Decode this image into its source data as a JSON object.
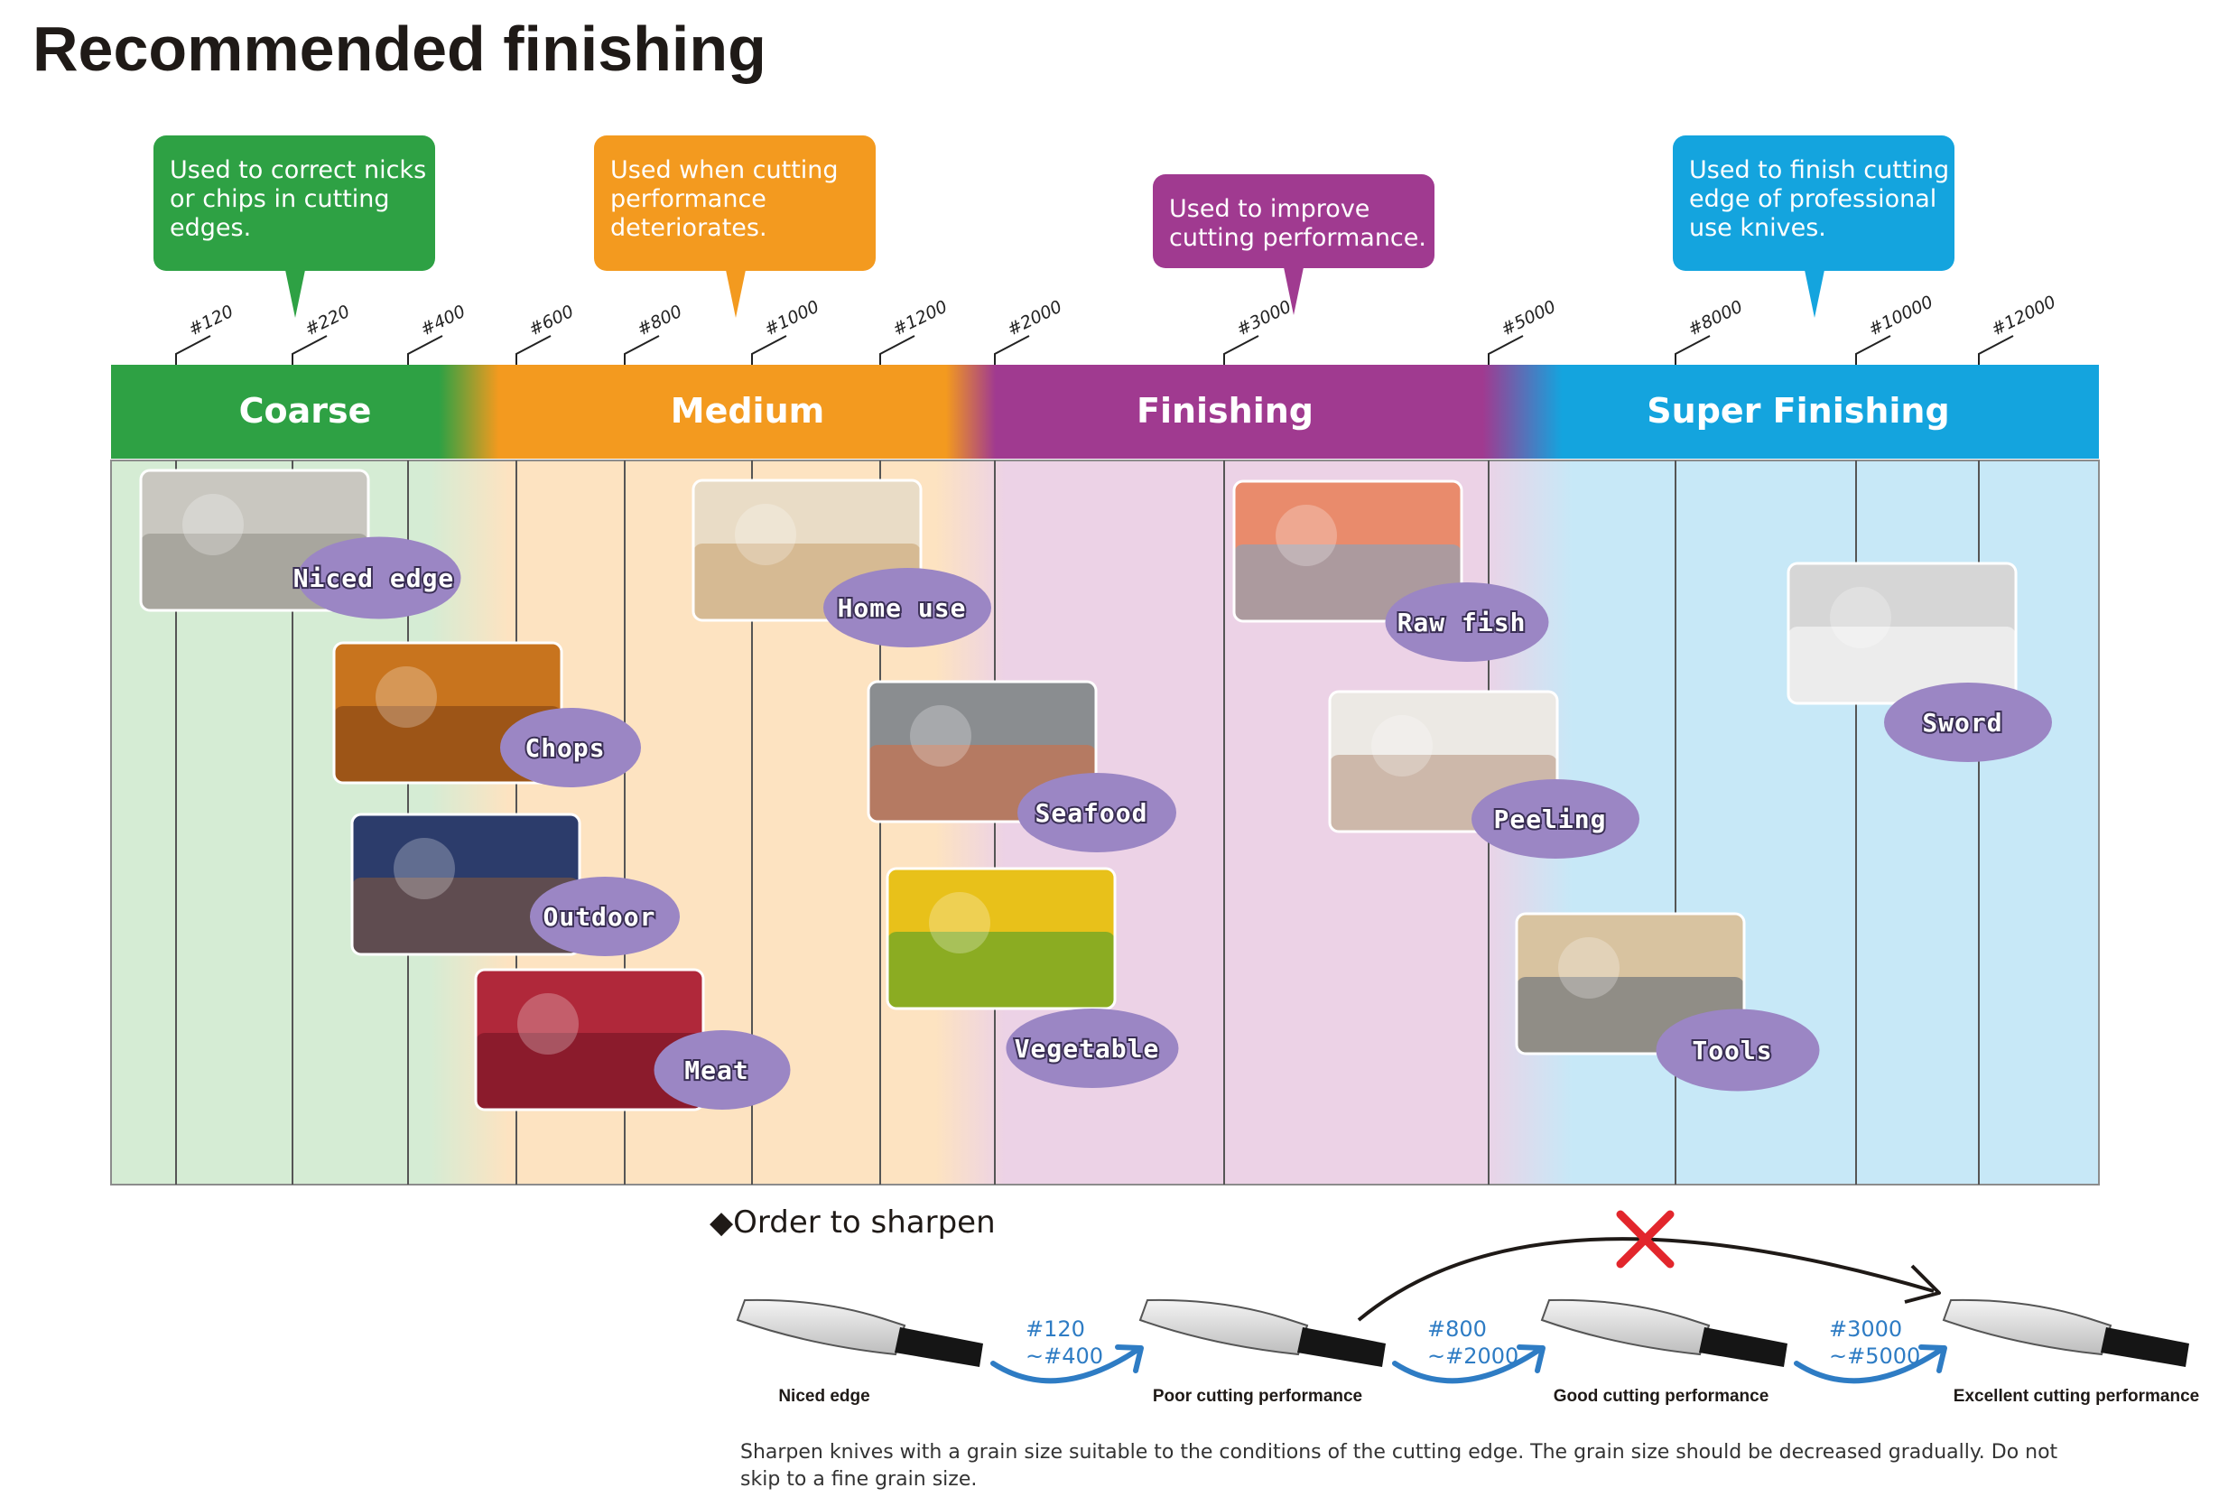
{
  "title": "Recommended finishing",
  "bubbles": [
    {
      "lines": [
        "Used to correct nicks",
        "or chips in cutting",
        "edges."
      ],
      "color": "#2ea144"
    },
    {
      "lines": [
        "Used when cutting",
        "performance",
        "deteriorates."
      ],
      "color": "#f39a1f"
    },
    {
      "lines": [
        "Used to improve",
        "cutting performance."
      ],
      "color": "#a03a90"
    },
    {
      "lines": [
        "Used to finish cutting",
        "edge of professional",
        "use knives."
      ],
      "color": "#14a4de"
    }
  ],
  "grits": [
    "#120",
    "#220",
    "#400",
    "#600",
    "#800",
    "#1000",
    "#1200",
    "#2000",
    "#3000",
    "#5000",
    "#8000",
    "#10000",
    "#12000"
  ],
  "bands": [
    {
      "label": "Coarse",
      "color": "#2ea144",
      "bg": "#d5ecd4"
    },
    {
      "label": "Medium",
      "color": "#f39a1f",
      "bg": "#fde3c1"
    },
    {
      "label": "Finishing",
      "color": "#a03a90",
      "bg": "#ecd2e6"
    },
    {
      "label": "Super Finishing",
      "color": "#14a4de",
      "bg": "#c7e8f7"
    }
  ],
  "uses": [
    {
      "label": "Niced edge",
      "photo": "cleaver-photo"
    },
    {
      "label": "Chops",
      "photo": "poultry-photo"
    },
    {
      "label": "Outdoor",
      "photo": "hunting-knife-photo"
    },
    {
      "label": "Meat",
      "photo": "meat-photo"
    },
    {
      "label": "Home use",
      "photo": "kitchen-cutting-photo"
    },
    {
      "label": "Seafood",
      "photo": "fish-platter-photo"
    },
    {
      "label": "Vegetable",
      "photo": "peppers-photo"
    },
    {
      "label": "Raw fish",
      "photo": "sashimi-photo"
    },
    {
      "label": "Peeling",
      "photo": "peeling-photo"
    },
    {
      "label": "Tools",
      "photo": "carpentry-photo"
    },
    {
      "label": "Sword",
      "photo": "sword-photo"
    }
  ],
  "order": {
    "title": "◆Order to sharpen",
    "steps": [
      "Niced edge",
      "Poor cutting performance",
      "Good cutting performance",
      "Excellent cutting performance"
    ],
    "ranges": [
      {
        "from": "#120",
        "to": "~#400"
      },
      {
        "from": "#800",
        "to": "~#2000"
      },
      {
        "from": "#3000",
        "to": "~#5000"
      }
    ],
    "note_lines": [
      "Sharpen knives with a grain size suitable to the conditions of the cutting edge. The grain size should be decreased gradually. Do not",
      "skip to a fine grain size."
    ]
  },
  "colors": {
    "tag": "#9b86c4",
    "range_arrow": "#2e7cc4",
    "forbidden_x": "#e2262c"
  }
}
